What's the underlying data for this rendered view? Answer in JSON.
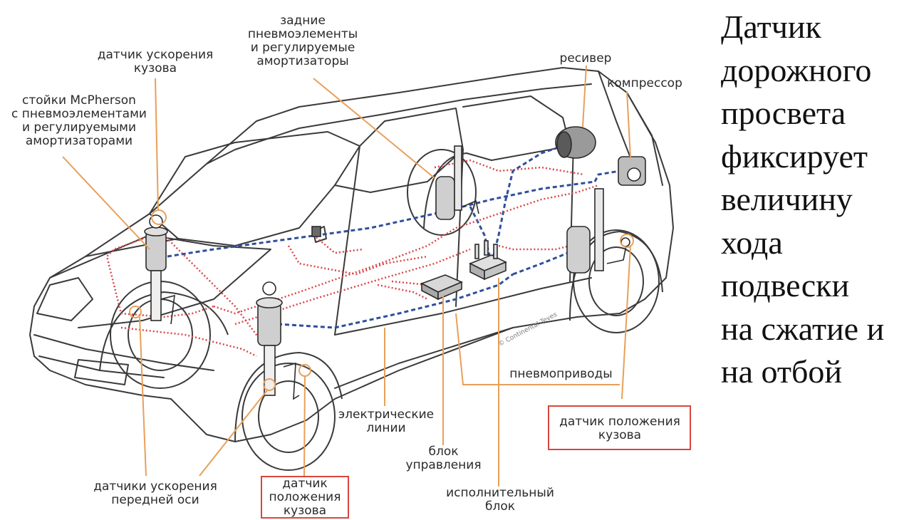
{
  "diagram": {
    "labels": {
      "body_accel_sensor": "датчик ускорения\nкузова",
      "mcpherson_struts": "стойки McPherson\nс пневмоэлементами\nи регулируемыми\nамортизаторами",
      "rear_air_springs": "задние\nпневмоэлементы\nи регулируемые\nамортизаторы",
      "receiver": "ресивер",
      "compressor": "компрессор",
      "pneumatic_drives": "пневмоприводы",
      "body_position_sensor_right": "датчик положения\nкузова",
      "electrical_lines": "электрические\nлинии",
      "control_unit": "блок\nуправления",
      "actuator_unit": "исполнительный\nблок",
      "front_axle_accel_sensors": "датчики ускорения\nпередней оси",
      "body_position_sensor_front": "датчик\nположения\nкузова"
    },
    "watermark": "© Continental Teves",
    "colors": {
      "leader_line": "#e8a05a",
      "electrical_line": "#d9474a",
      "pneumatic_line": "#2f4f9a",
      "highlight_box": "#d9463e",
      "car_outline": "#3a3a3a"
    }
  },
  "side_text": "Датчик\nдорожного\nпросвета\nфиксирует\nвеличину\nхода\nподвески\nна сжатие и\nна отбой"
}
